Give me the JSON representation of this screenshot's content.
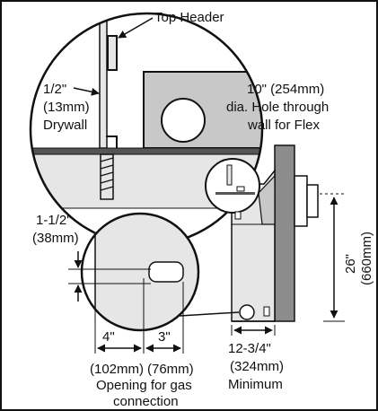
{
  "labels": {
    "top_header": "Top Header",
    "drywall_1": "1/2\"",
    "drywall_2": "(13mm)",
    "drywall_3": "Drywall",
    "hole_1": "10\" (254mm)",
    "hole_2": "dia. Hole through",
    "hole_3": "wall for Flex",
    "gap_1": "1-1/2\"",
    "gap_2": "(38mm)",
    "height_1": "26\"",
    "height_2": "(660mm)",
    "width_4": "4\"",
    "width_3": "3\"",
    "width_4_mm": "(102mm)",
    "width_3_mm": "(76mm)",
    "opening_1": "Opening for gas",
    "opening_2": "connection",
    "depth_1": "12-3/4\"",
    "depth_2": "(324mm)",
    "depth_3": "Minimum"
  },
  "colors": {
    "stroke": "#111111",
    "panel_gray": "#c8c8c8",
    "wall_gray": "#8c8c8c",
    "light_gray": "#e6e6e6",
    "white": "#ffffff"
  }
}
